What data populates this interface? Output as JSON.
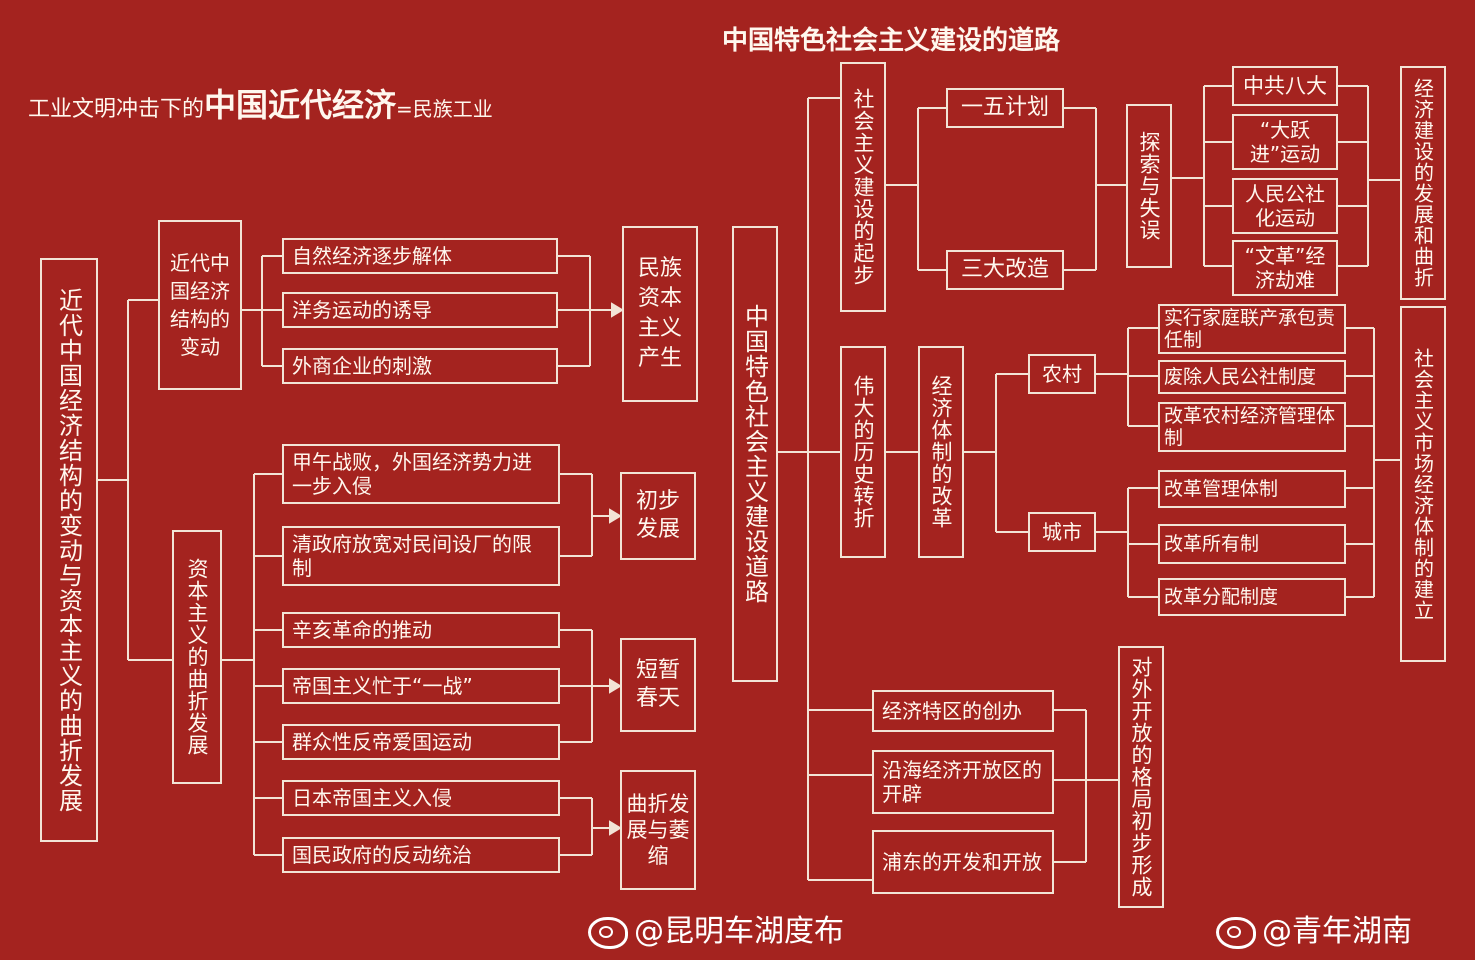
{
  "title_left": {
    "prefix": "工业文明冲击下的",
    "main": "中国近代经济",
    "suffix": "=民族工业"
  },
  "title_right": "中国特色社会主义建设的道路",
  "left": {
    "root": "近代中国经济结构的变动与资本主义的曲折发展",
    "branch1": "近代中国经济结构的变动",
    "branch1_items": [
      "自然经济逐步解体",
      "洋务运动的诱导",
      "外商企业的刺激"
    ],
    "branch1_result": "民族资本主义产生",
    "branch2": "资本主义的曲折发展",
    "group1_items": [
      "甲午战败，外国经济势力进一步入侵",
      "清政府放宽对民间设厂的限制"
    ],
    "group1_result": "初步发展",
    "group2_items": [
      "辛亥革命的推动",
      "帝国主义忙于“一战”",
      "群众性反帝爱国运动"
    ],
    "group2_result": "短暂春天",
    "group3_items": [
      "日本帝国主义入侵",
      "国民政府的反动统治"
    ],
    "group3_result": "曲折发展与萎缩"
  },
  "right": {
    "root": "中国特色社会主义建设道路",
    "start": "社会主义建设的起步",
    "plan": "一五计划",
    "transform": "三大改造",
    "explore": "探索与失误",
    "explore_items": [
      "中共八大",
      "“大跃进”运动",
      "人民公社化运动",
      "“文革”经济劫难"
    ],
    "explore_result": "经济建设的发展和曲折",
    "turn": "伟大的历史转折",
    "reform": "经济体制的改革",
    "rural": "农村",
    "rural_items": [
      "实行家庭联产承包责任制",
      "废除人民公社制度",
      "改革农村经济管理体制"
    ],
    "urban": "城市",
    "urban_items": [
      "改革管理体制",
      "改革所有制",
      "改革分配制度"
    ],
    "market_result": "社会主义市场经济体制的建立",
    "open_items": [
      "经济特区的创办",
      "沿海经济开放区的开辟",
      "浦东的开发和开放"
    ],
    "open_result": "对外开放的格局初步形成"
  },
  "watermark": [
    "@昆明车湖度布",
    "@青年湖南"
  ],
  "colors": {
    "background": "#a4231f",
    "line": "#f3e4d6",
    "text": "#fff7ee"
  }
}
